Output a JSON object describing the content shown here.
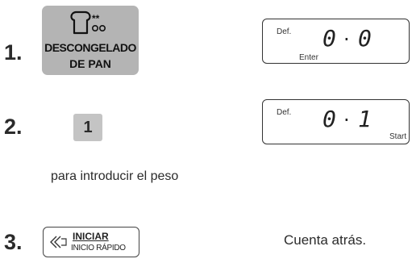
{
  "steps": [
    {
      "number": "1.",
      "button": {
        "line1": "DESCONGELADO",
        "line2": "DE PAN",
        "icon": "bread-snowflake-icon"
      },
      "display": {
        "tag": "Def.",
        "digits": [
          "0",
          "0"
        ],
        "separator": "·",
        "sub": "Enter"
      }
    },
    {
      "number": "2.",
      "button": {
        "label": "1"
      },
      "display": {
        "tag": "Def.",
        "digits": [
          "0",
          "1"
        ],
        "separator": "·",
        "sub": "Start"
      },
      "caption": "para introducir el peso"
    },
    {
      "number": "3.",
      "button": {
        "line1": "INICIAR",
        "line2": "INICIO RÁPIDO",
        "icon": "double-chevron-icon"
      },
      "result": "Cuenta atrás."
    }
  ],
  "colors": {
    "button_gray": "#b4b4b4",
    "text": "#2b2b2b",
    "border": "#333333"
  }
}
